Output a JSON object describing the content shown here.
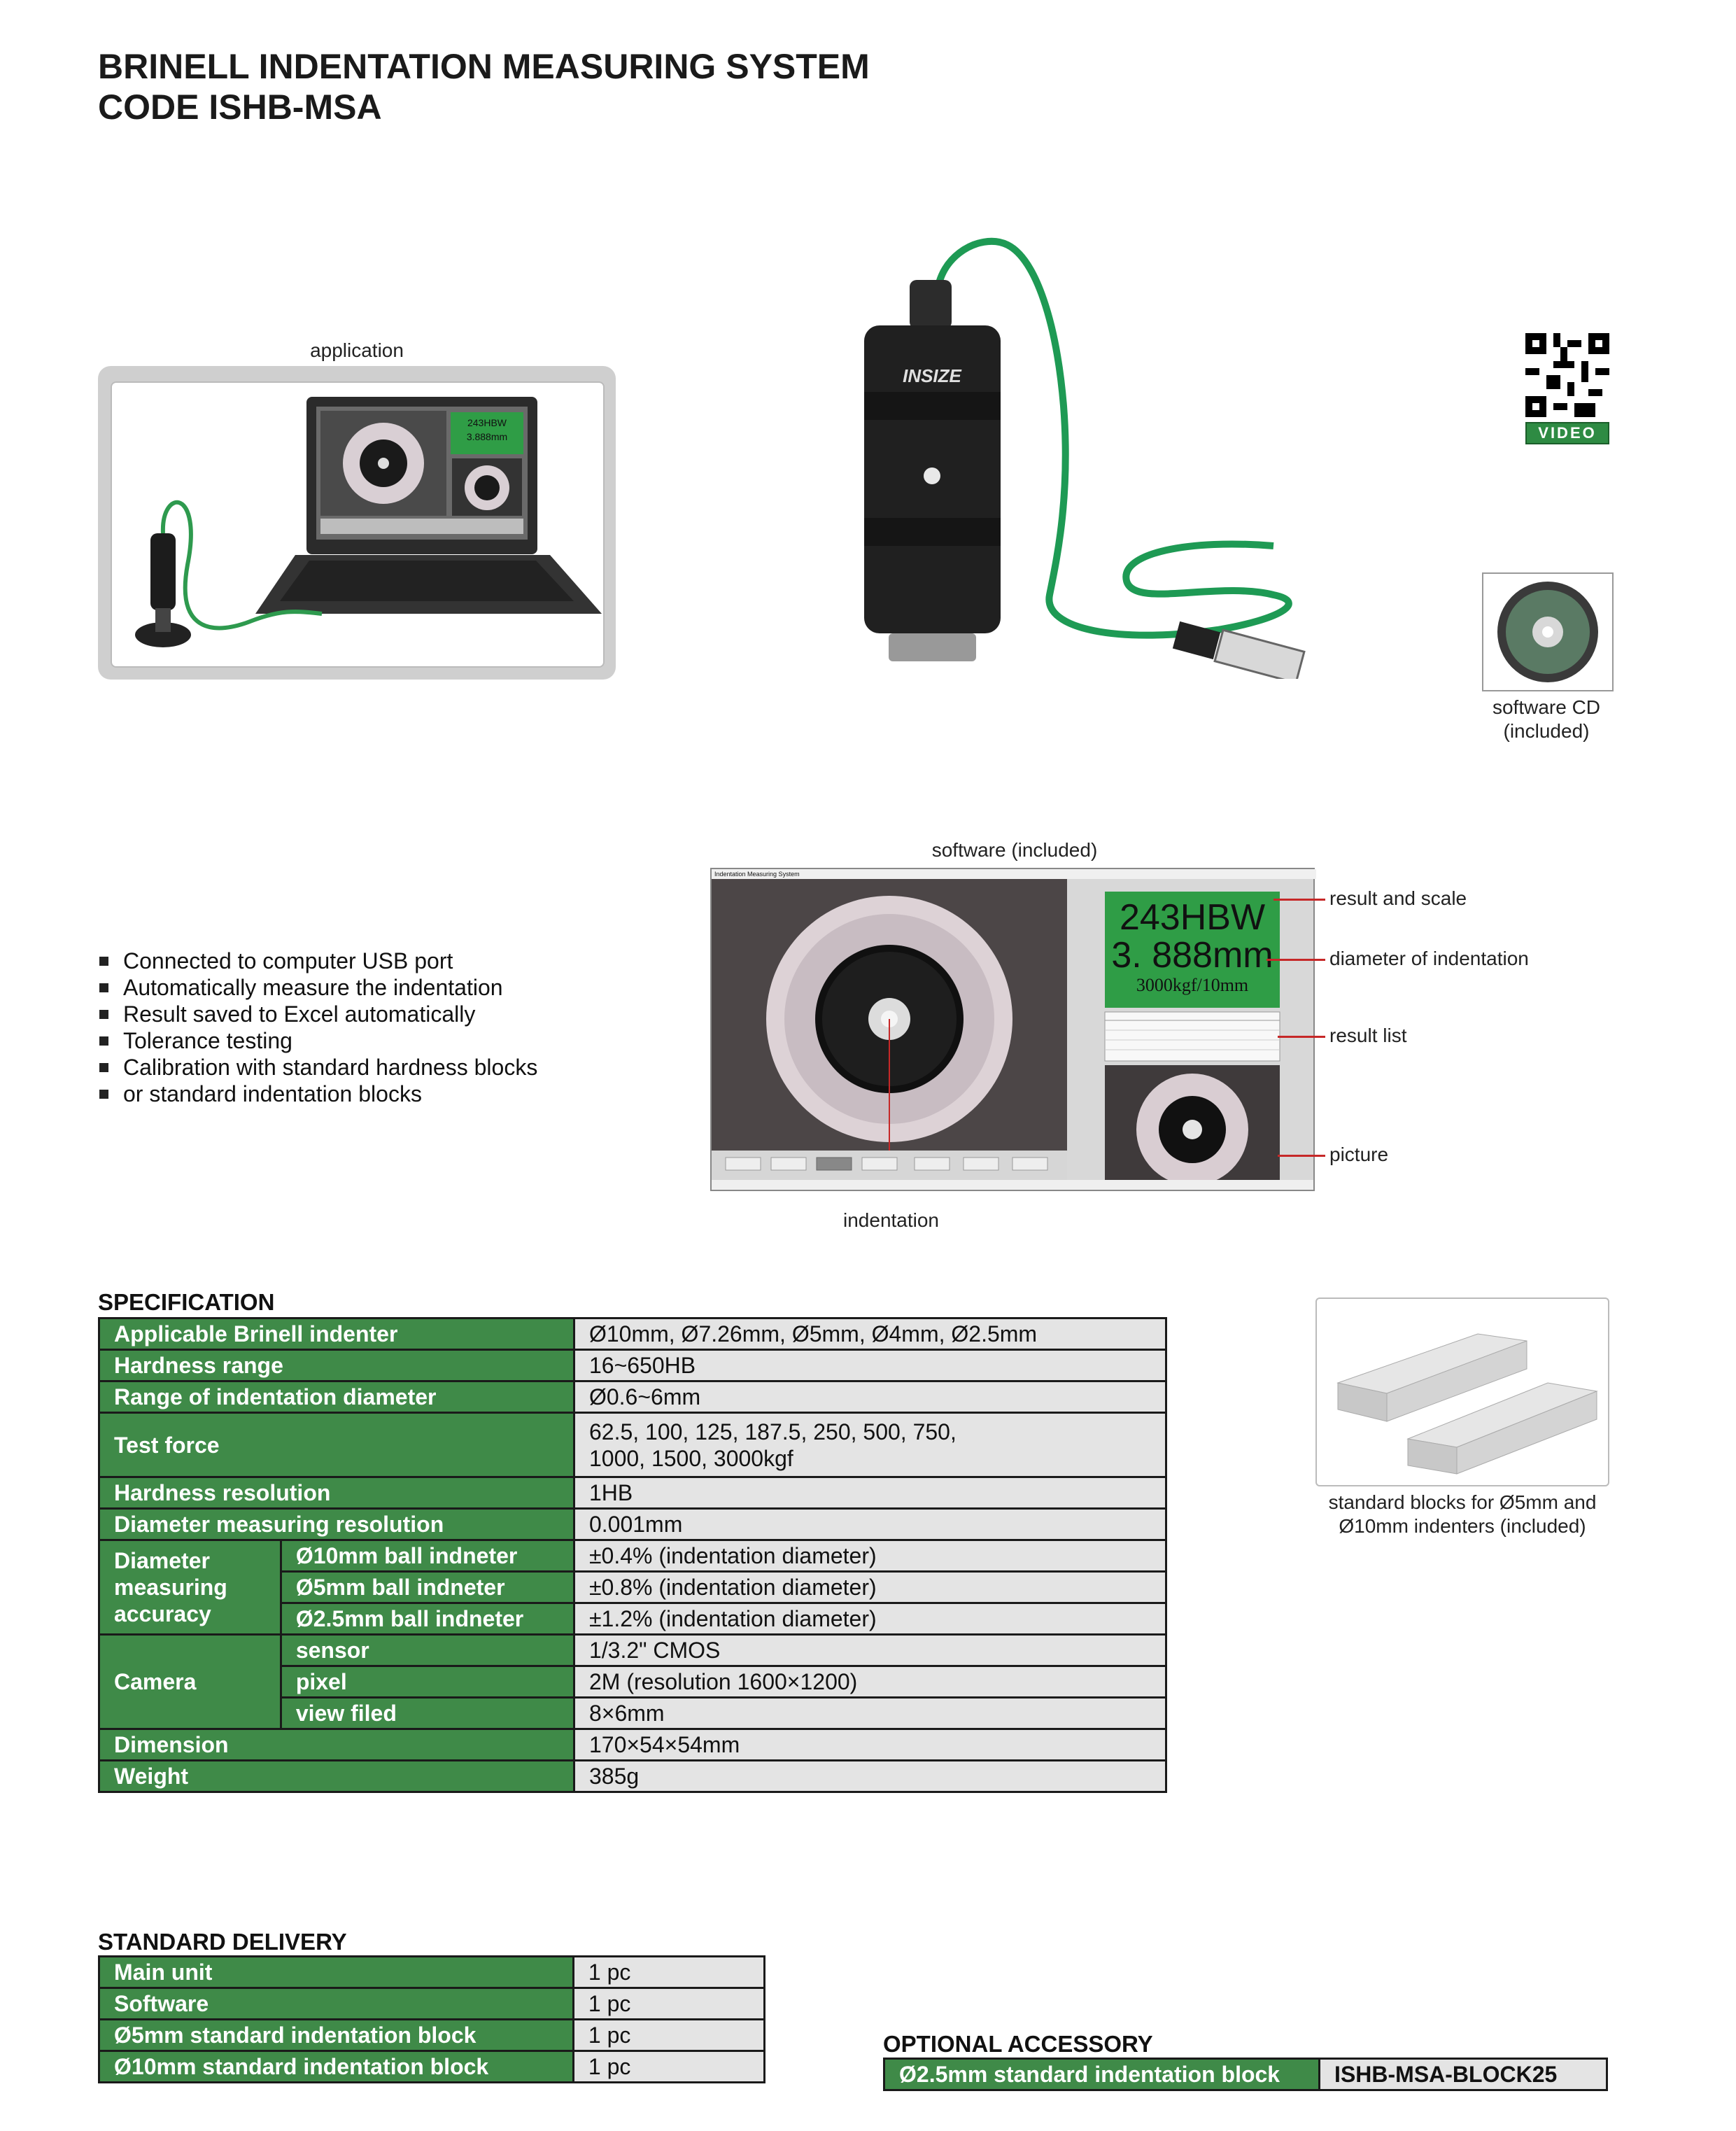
{
  "title": {
    "line1": "BRINELL INDENTATION MEASURING SYSTEM",
    "line2": "CODE ISHB-MSA"
  },
  "application": {
    "caption": "application"
  },
  "device": {
    "brand": "INSIZE"
  },
  "laptop_screen": {
    "hbw": "243HBW",
    "dia": "3.888mm"
  },
  "qr": {
    "label": "VIDEO"
  },
  "software_cd": {
    "caption_line1": "software CD",
    "caption_line2": "(included)"
  },
  "features": [
    "Connected to computer USB port",
    "Automatically measure the indentation",
    "Result saved to Excel automatically",
    "Tolerance testing",
    "Calibration with standard hardness blocks",
    "or standard indentation blocks"
  ],
  "software": {
    "caption": "software (included)",
    "window_title": "Indentation Measuring System",
    "result_hbw": "243HBW",
    "result_dia": "3. 888mm",
    "result_force": "3000kgf/10mm",
    "callouts": {
      "result_scale": "result and scale",
      "diameter": "diameter of indentation",
      "result_list": "result list",
      "picture": "picture",
      "indentation": "indentation"
    }
  },
  "specification": {
    "heading": "SPECIFICATION",
    "rows": {
      "indenter_label": "Applicable Brinell indenter",
      "indenter_value": "Ø10mm, Ø7.26mm, Ø5mm, Ø4mm, Ø2.5mm",
      "hardness_label": "Hardness range",
      "hardness_value": "16~650HB",
      "range_label": "Range of indentation diameter",
      "range_value": "Ø0.6~6mm",
      "force_label": "Test force",
      "force_value_1": "62.5, 100, 125, 187.5, 250, 500, 750,",
      "force_value_2": "1000, 1500, 3000kgf",
      "hres_label": "Hardness resolution",
      "hres_value": "1HB",
      "dres_label": "Diameter measuring resolution",
      "dres_value": "0.001mm",
      "acc_label_1": "Diameter",
      "acc_label_2": "measuring",
      "acc_label_3": "accuracy",
      "acc_10_label": "Ø10mm ball indneter",
      "acc_10_value": "±0.4% (indentation diameter)",
      "acc_5_label": "Ø5mm ball indneter",
      "acc_5_value": "±0.8% (indentation diameter)",
      "acc_25_label": "Ø2.5mm ball indneter",
      "acc_25_value": "±1.2% (indentation diameter)",
      "camera_label": "Camera",
      "sensor_label": "sensor",
      "sensor_value": "1/3.2\" CMOS",
      "pixel_label": "pixel",
      "pixel_value": "2M (resolution 1600×1200)",
      "view_label": "view filed",
      "view_value": "8×6mm",
      "dim_label": "Dimension",
      "dim_value": "170×54×54mm",
      "weight_label": "Weight",
      "weight_value": "385g"
    }
  },
  "blocks": {
    "caption_line1": "standard blocks for Ø5mm and",
    "caption_line2": "Ø10mm indenters (included)"
  },
  "delivery": {
    "heading": "STANDARD DELIVERY",
    "rows": [
      {
        "item": "Main unit",
        "qty": "1 pc"
      },
      {
        "item": "Software",
        "qty": "1 pc"
      },
      {
        "item": "Ø5mm standard indentation block",
        "qty": "1 pc"
      },
      {
        "item": "Ø10mm standard indentation block",
        "qty": "1 pc"
      }
    ]
  },
  "optional": {
    "heading": "OPTIONAL ACCESSORY",
    "item": "Ø2.5mm standard indentation block",
    "code": "ISHB-MSA-BLOCK25"
  },
  "colors": {
    "green": "#3f8a48",
    "gray_cell": "#e4e4e4",
    "callout_red": "#c62828"
  }
}
